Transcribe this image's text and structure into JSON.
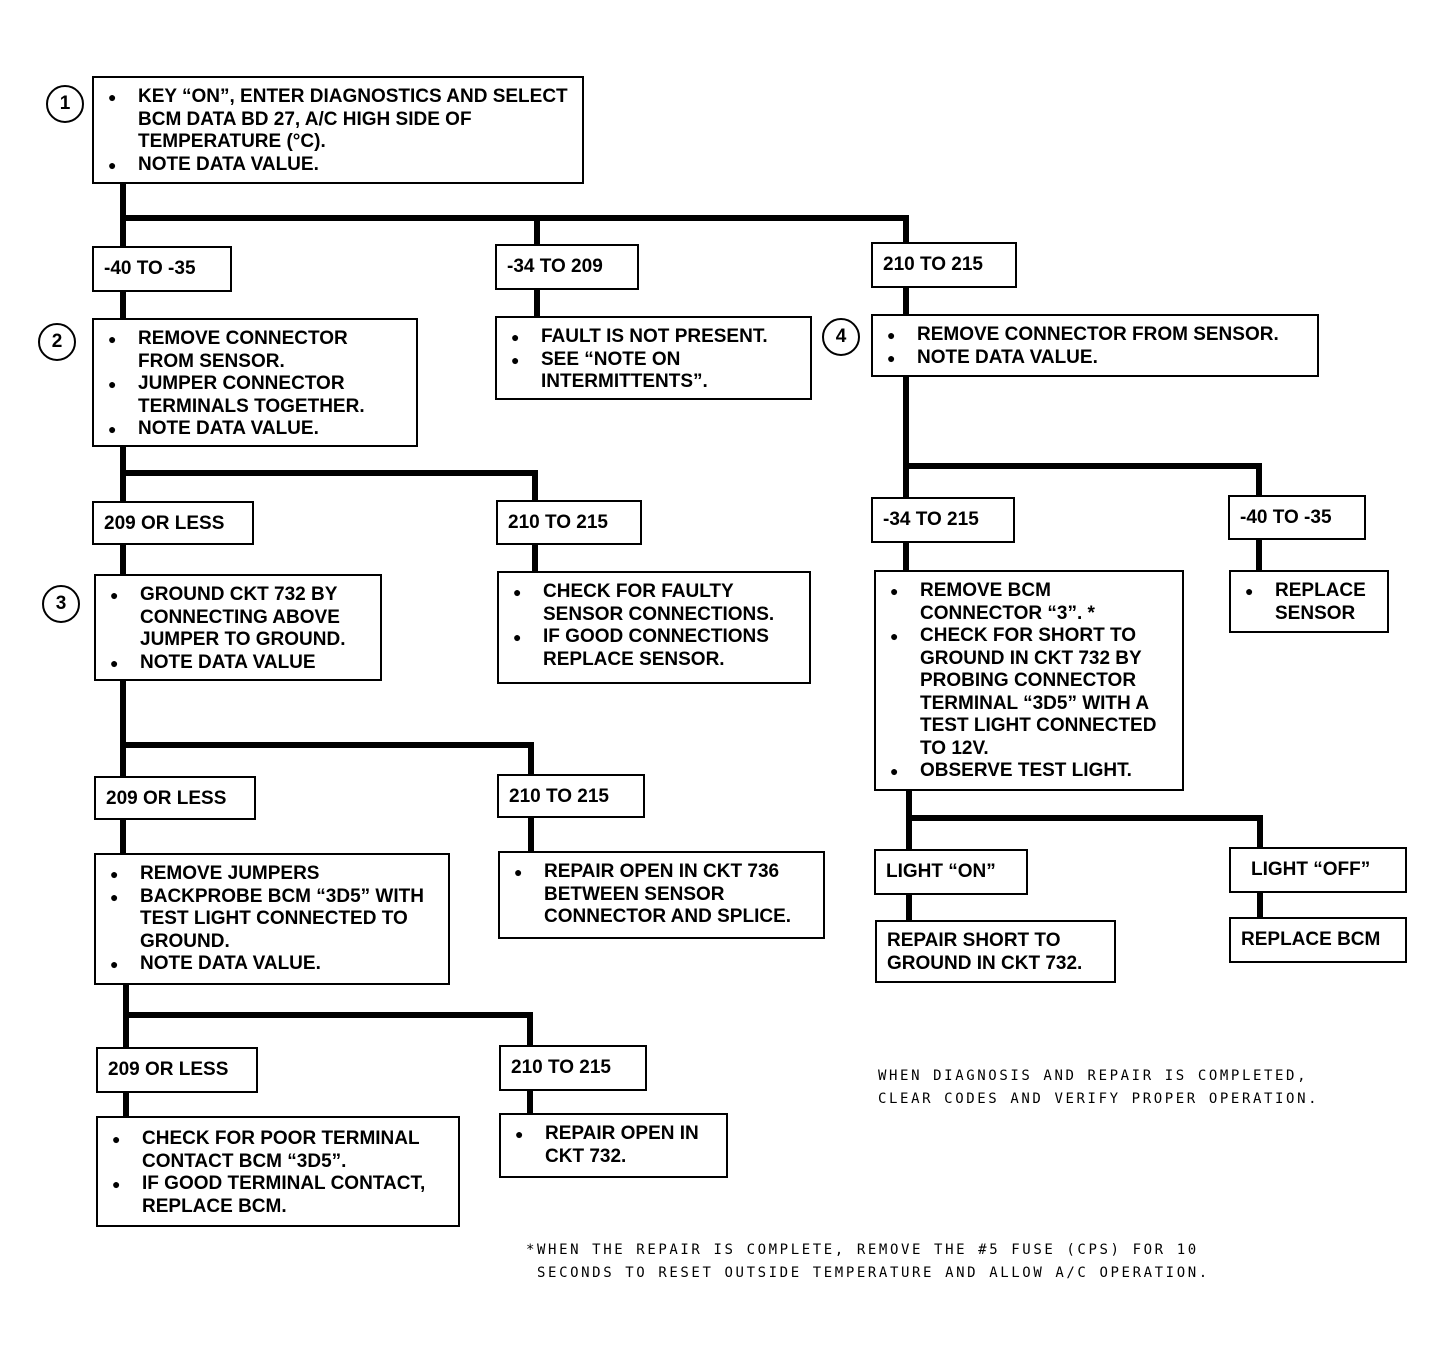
{
  "steps": {
    "s1": "1",
    "s2": "2",
    "s3": "3",
    "s4": "4"
  },
  "boxes": {
    "b1": [
      "KEY “ON”, ENTER DIAGNOSTICS AND SELECT BCM DATA BD 27, A/C HIGH SIDE OF TEMPERATURE (°C).",
      "NOTE DATA VALUE."
    ],
    "b2": [
      "REMOVE CONNECTOR FROM SENSOR.",
      "JUMPER CONNECTOR TERMINALS TOGETHER.",
      "NOTE DATA VALUE."
    ],
    "b_fault": [
      "FAULT IS NOT PRESENT.",
      "SEE “NOTE ON INTERMITTENTS”."
    ],
    "b4": [
      "REMOVE CONNECTOR FROM SENSOR.",
      "NOTE DATA VALUE."
    ],
    "b3": [
      "GROUND CKT 732 BY CONNECTING ABOVE JUMPER TO GROUND.",
      "NOTE DATA VALUE"
    ],
    "b_faulty": [
      "CHECK FOR FAULTY SENSOR CONNECTIONS.",
      "IF GOOD CONNECTIONS REPLACE SENSOR."
    ],
    "b_bcm3": [
      "REMOVE BCM CONNECTOR “3”. *",
      "CHECK FOR SHORT TO GROUND IN CKT 732 BY PROBING CONNECTOR TERMINAL “3D5” WITH A TEST LIGHT CONNECTED TO 12V.",
      "OBSERVE TEST LIGHT."
    ],
    "b_replace_sensor": [
      "REPLACE SENSOR"
    ],
    "b_jumpers": [
      "REMOVE JUMPERS",
      "BACKPROBE BCM “3D5” WITH TEST LIGHT CONNECTED TO GROUND.",
      "NOTE DATA VALUE."
    ],
    "b_open736": [
      "REPAIR OPEN IN CKT 736 BETWEEN SENSOR CONNECTOR AND SPLICE."
    ],
    "b_poor": [
      "CHECK FOR POOR TERMINAL CONTACT BCM “3D5”.",
      "IF GOOD TERMINAL CONTACT, REPLACE BCM."
    ],
    "b_open732": [
      "REPAIR OPEN IN CKT 732."
    ]
  },
  "ranges": {
    "r1a": "-40 TO -35",
    "r1b": "-34 TO 209",
    "r1c": "210 TO 215",
    "r2a": "209 OR LESS",
    "r2b": "210 TO 215",
    "r4a": "-34 TO 215",
    "r4b": "-40 TO -35",
    "r3a": "209 OR LESS",
    "r3b": "210 TO 215",
    "rla": "LIGHT “ON”",
    "rlb": "LIGHT “OFF”",
    "r5a": "209 OR LESS",
    "r5b": "210 TO 215"
  },
  "results": {
    "short": "REPAIR SHORT TO GROUND IN CKT 732.",
    "replace_bcm": "REPLACE BCM"
  },
  "notes": {
    "completion": "WHEN DIAGNOSIS AND REPAIR IS COMPLETED,\nCLEAR CODES AND VERIFY PROPER OPERATION.",
    "footnote": "*WHEN THE REPAIR IS COMPLETE, REMOVE THE #5 FUSE (CPS) FOR 10\n SECONDS TO RESET OUTSIDE TEMPERATURE AND ALLOW A/C OPERATION."
  }
}
